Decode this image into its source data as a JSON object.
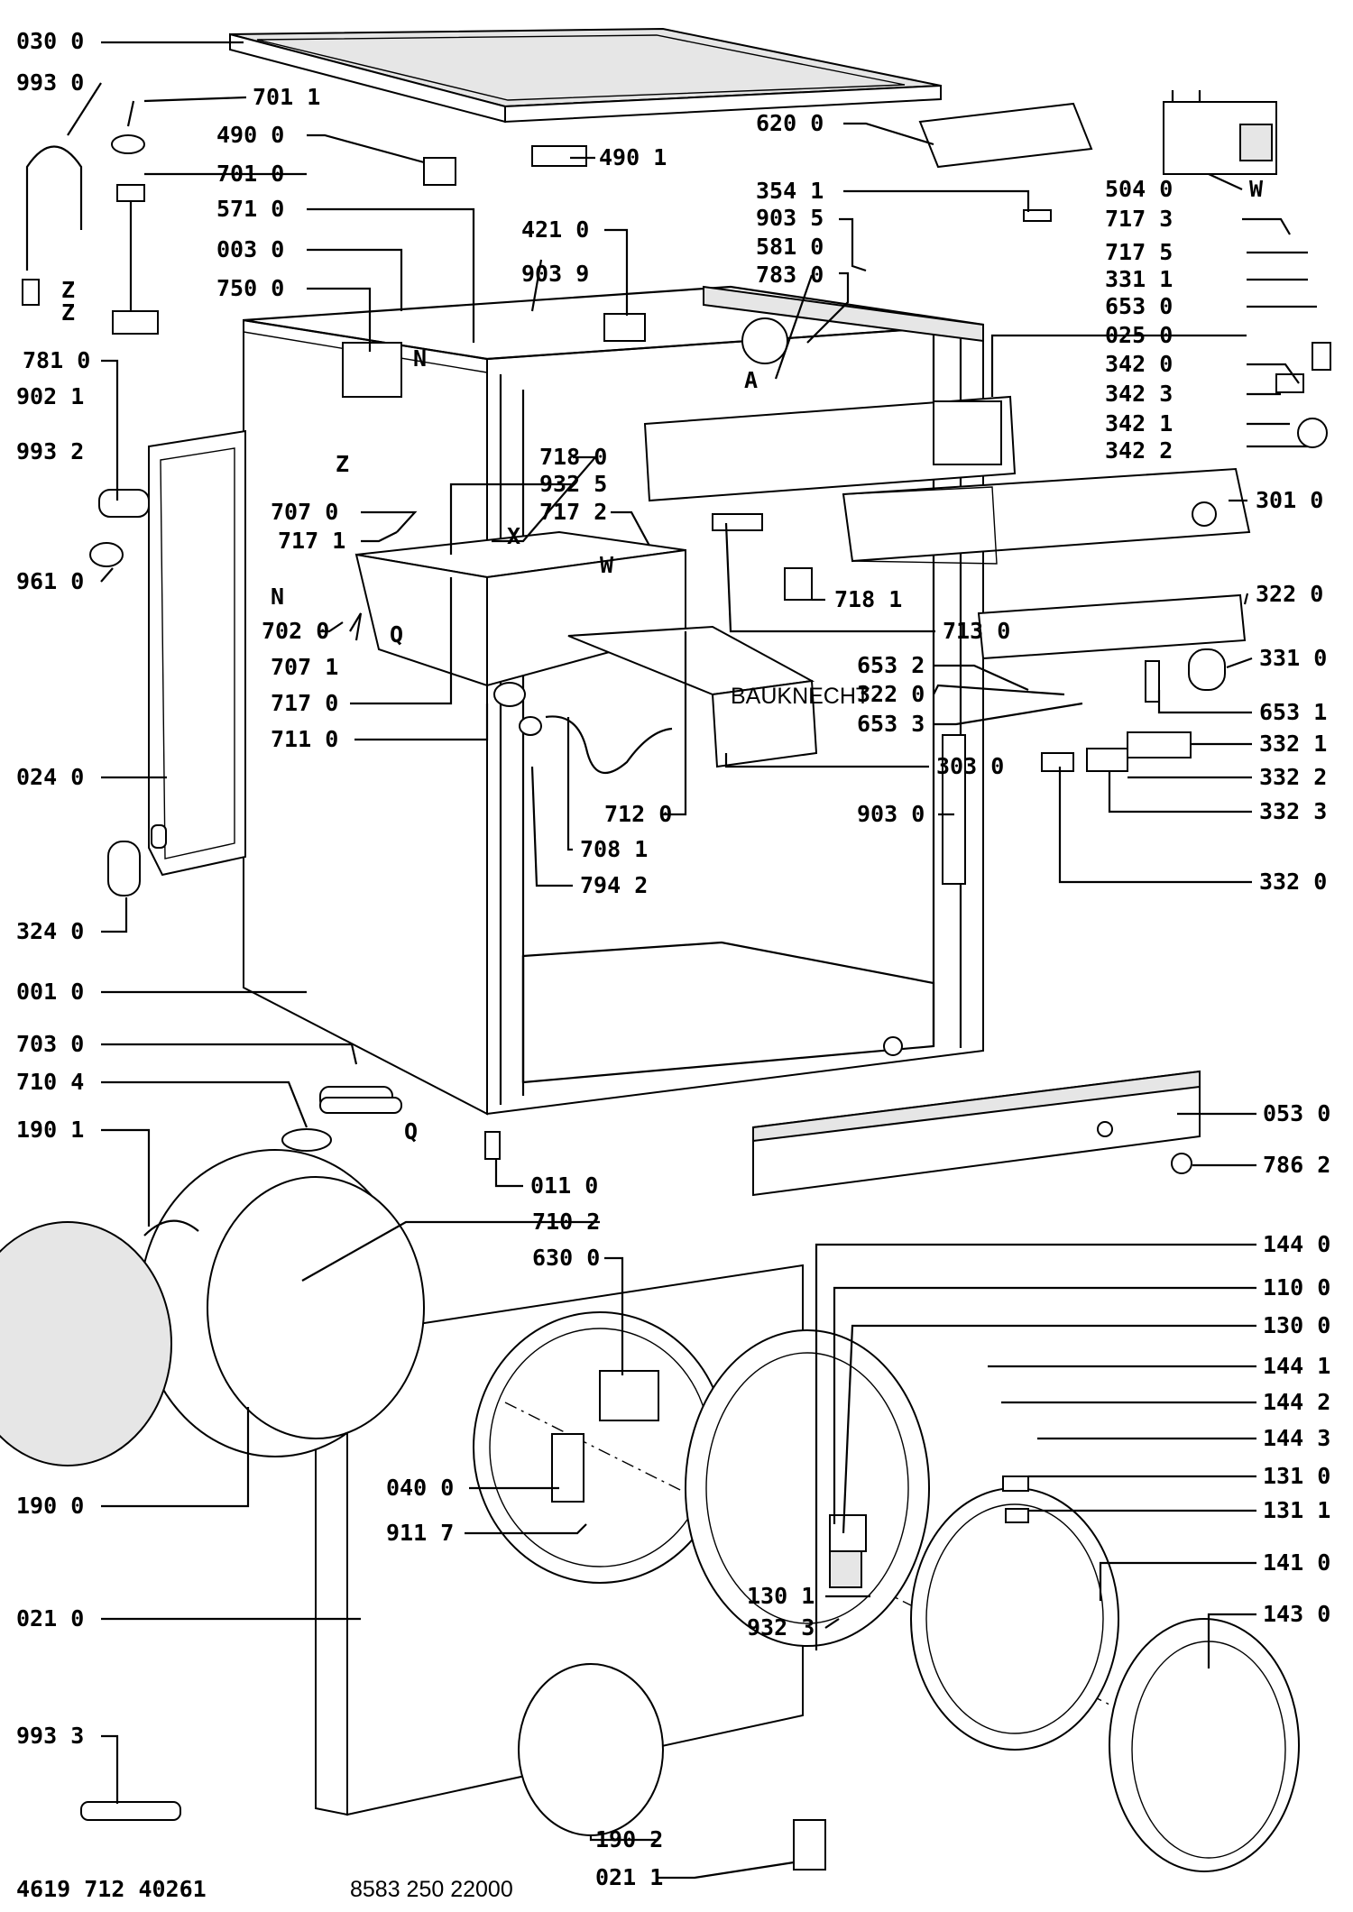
{
  "labels": {
    "l0300": "030 0",
    "l9930": "993 0",
    "l7011": "701 1",
    "l4900": "490 0",
    "l7010": "701 0",
    "l4901": "490 1",
    "l6200": "620 0",
    "l5710": "571 0",
    "l3541": "354 1",
    "l5040": "504 0",
    "l4210": "421 0",
    "l9035": "903 5",
    "l7173": "717 3",
    "l0030": "003 0",
    "l9039": "903 9",
    "l5810": "581 0",
    "l7175": "717 5",
    "l7500": "750 0",
    "l7830": "783 0",
    "l3311": "331 1",
    "l6530": "653 0",
    "l0250": "025 0",
    "l7810": "781 0",
    "l3420": "342 0",
    "l9021": "902 1",
    "l3423": "342 3",
    "l3421": "342 1",
    "l3422": "342 2",
    "l9932": "993 2",
    "l7180": "718 0",
    "l9325": "932 5",
    "l7070": "707 0",
    "l7172": "717 2",
    "l3010": "301 0",
    "l7171": "717 1",
    "l9610": "961 0",
    "l7181": "718 1",
    "l7020": "702 0",
    "l3220a": "322 0",
    "l7130": "713 0",
    "l7071": "707 1",
    "l6532": "653 2",
    "l3310": "331 0",
    "l3220b": "322 0",
    "l7170": "717 0",
    "l6531": "653 1",
    "l6533": "653 3",
    "l7110": "711 0",
    "l3321": "332 1",
    "l0240": "024 0",
    "l3030": "303 0",
    "l3322": "332 2",
    "l7120": "712 0",
    "l9030": "903 0",
    "l3323": "332 3",
    "l7081": "708 1",
    "l7942": "794 2",
    "l3320": "332 0",
    "l3240": "324 0",
    "l0010": "001 0",
    "l7030": "703 0",
    "l7104": "710 4",
    "l0530": "053 0",
    "l1901": "190 1",
    "l7862": "786 2",
    "l0110": "011 0",
    "l7102": "710 2",
    "l6300": "630 0",
    "l1440": "144 0",
    "l1100": "110 0",
    "l1300": "130 0",
    "l1441": "144 1",
    "l1442": "144 2",
    "l1443": "144 3",
    "l1900": "190 0",
    "l0400": "040 0",
    "l1310": "131 0",
    "l9117": "911 7",
    "l1311": "131 1",
    "l1410": "141 0",
    "l1301": "130 1",
    "l0210": "021 0",
    "l1430": "143 0",
    "l9323": "932 3",
    "l9933": "993 3",
    "l1902": "190 2",
    "l0211": "021 1"
  },
  "markers": {
    "n1": "N",
    "n2": "N",
    "z1": "Z",
    "z2": "Z",
    "z3": "Z",
    "a": "A",
    "w1": "W",
    "w2": "W",
    "x": "X",
    "q1": "Q",
    "q2": "Q"
  },
  "footer": {
    "left": "4619 712 40261",
    "right": "8583 250 22000"
  },
  "panel_text": {
    "brand": "BAUKNECHT"
  }
}
